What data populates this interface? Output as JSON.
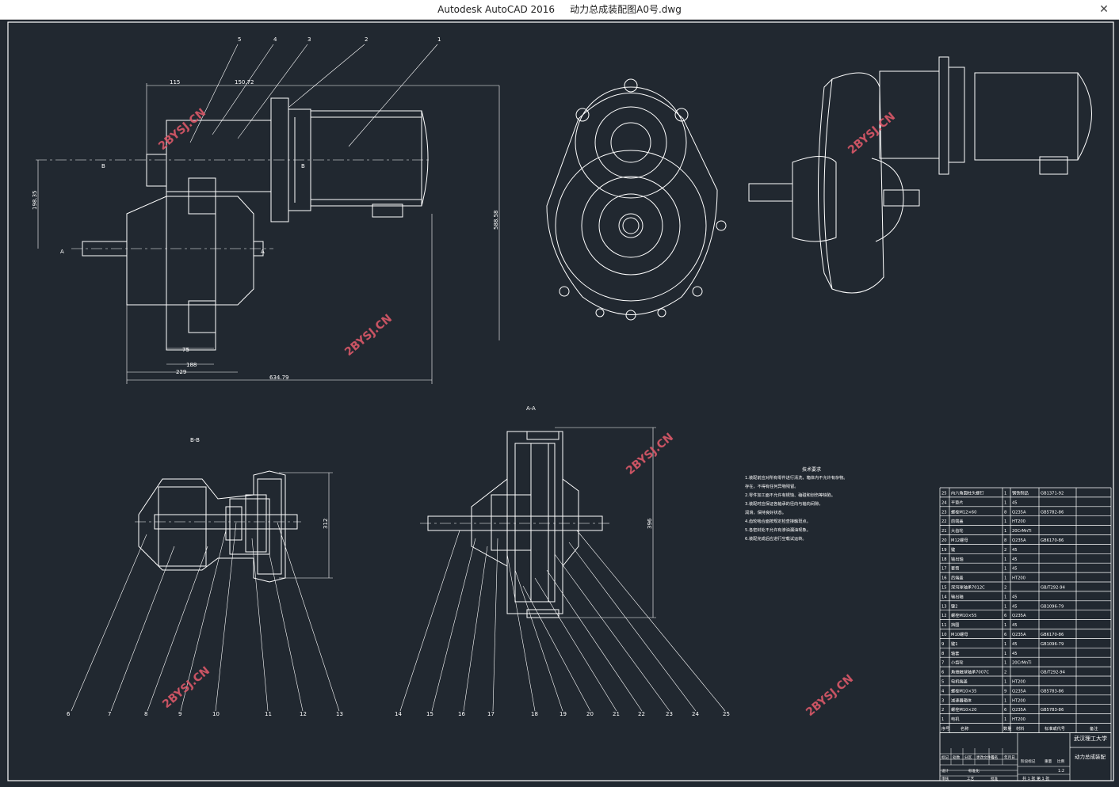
{
  "window": {
    "app_name": "Autodesk AutoCAD 2016",
    "file_name": "动力总成装配图A0号.dwg",
    "close_glyph": "✕"
  },
  "colors": {
    "background": "#212830",
    "line": "#ffffff",
    "watermark": "#e05a6a"
  },
  "drawing": {
    "watermark_text": "2BYSJ.CN",
    "front_view": {
      "dims": {
        "d115": "115",
        "d15072": "150.72",
        "d19835": "198.35",
        "d58858": "588.58",
        "d75": "75",
        "d188": "188",
        "d229": "229",
        "d63479": "634.79"
      },
      "section_marks": {
        "b": "B",
        "a": "A"
      },
      "balloons": [
        "5",
        "4",
        "3",
        "2",
        "1"
      ]
    },
    "bb_section": {
      "label": "B-B",
      "dim_height": "312",
      "balloons": [
        "6",
        "7",
        "8",
        "9",
        "10",
        "11",
        "12",
        "13"
      ]
    },
    "aa_section": {
      "label": "A-A",
      "dim_height": "396",
      "balloons": [
        "14",
        "15",
        "16",
        "17",
        "18",
        "19",
        "20",
        "21",
        "22",
        "23",
        "24",
        "25"
      ]
    },
    "notes": {
      "title": "技术要求",
      "lines": [
        "1.装配前应对所有零件进行清洗，箱体内不允许有杂物。",
        "存在，不得有任何异物残留。",
        "2.零件加工面不允许有锈蚀、磕碰和划伤等缺陷。",
        "3.装配时应保证各轴承的径向与轴向间隙，",
        "润滑，保持良好状态。",
        "4.齿轮啮合面按规定检查接触斑点。",
        "5.各密封处不允许有渗油漏油现象。",
        "6.装配完成后应进行空载试运转。"
      ]
    },
    "bom": {
      "rows": [
        [
          "25",
          "内六角圆柱头螺钉",
          "1",
          "钢铁制品",
          "GB1371-92"
        ],
        [
          "24",
          "平垫片",
          "1",
          "45",
          ""
        ],
        [
          "23",
          "螺栓M12×60",
          "8",
          "Q235A",
          "GB5782-86"
        ],
        [
          "22",
          "前端盖",
          "1",
          "HT200",
          ""
        ],
        [
          "21",
          "大齿轮",
          "1",
          "20CrMnTi",
          ""
        ],
        [
          "20",
          "M12螺母",
          "8",
          "Q235A",
          "GB6170-86"
        ],
        [
          "19",
          "键",
          "2",
          "45",
          ""
        ],
        [
          "18",
          "输出轴",
          "1",
          "45",
          ""
        ],
        [
          "17",
          "套筒",
          "1",
          "45",
          ""
        ],
        [
          "16",
          "后端盖",
          "1",
          "HT200",
          ""
        ],
        [
          "15",
          "深沟球轴承7012C",
          "2",
          "",
          "GB/T292-94"
        ],
        [
          "14",
          "输出轴",
          "1",
          "45",
          ""
        ],
        [
          "13",
          "键2",
          "1",
          "45",
          "GB1096-79"
        ],
        [
          "12",
          "螺栓M10×55",
          "6",
          "Q235A",
          ""
        ],
        [
          "11",
          "挡圈",
          "1",
          "45",
          ""
        ],
        [
          "10",
          "M10螺母",
          "6",
          "Q235A",
          "GB6170-86"
        ],
        [
          "9",
          "键1",
          "1",
          "45",
          "GB1096-79"
        ],
        [
          "8",
          "轴套",
          "1",
          "45",
          ""
        ],
        [
          "7",
          "小齿轮",
          "1",
          "20CrMnTi",
          ""
        ],
        [
          "6",
          "角接触球轴承7007C",
          "2",
          "",
          "GB/T292-94"
        ],
        [
          "5",
          "电机端盖",
          "1",
          "HT200",
          ""
        ],
        [
          "4",
          "螺栓M10×35",
          "9",
          "Q235A",
          "GB5783-86"
        ],
        [
          "3",
          "减速器箱体",
          "1",
          "HT200",
          ""
        ],
        [
          "2",
          "螺栓M10×20",
          "6",
          "Q235A",
          "GB5783-86"
        ],
        [
          "1",
          "电机",
          "1",
          "HT200",
          ""
        ]
      ],
      "header": [
        "序号",
        "名称",
        "数量",
        "材料",
        "标准或代号",
        "备注"
      ]
    },
    "title_block": {
      "school": "武汉理工大学",
      "drawing_name": "动力总成装配",
      "scale": "1:2",
      "sheet": "共 1 张 第 1 张",
      "labels": [
        "标记",
        "处数",
        "分区",
        "更改文件号",
        "签名",
        "年月日"
      ],
      "label_design": "设计",
      "label_check": "审核",
      "label_process": "工艺",
      "label_stage": "阶段标记",
      "label_weight": "重量",
      "label_ratio": "比例",
      "label_std": "标准化",
      "label_approve": "批准"
    }
  }
}
